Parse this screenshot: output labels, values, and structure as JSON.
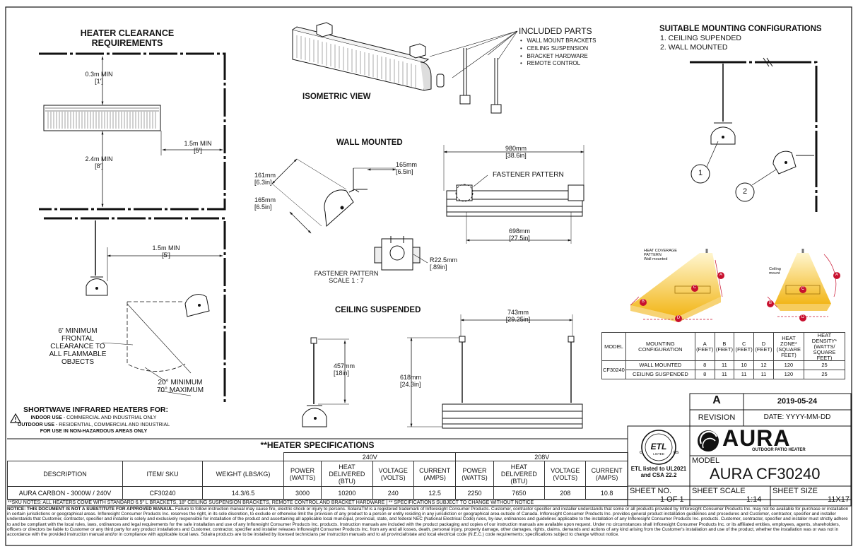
{
  "clearance": {
    "title_line1": "HEATER CLEARANCE",
    "title_line2": "REQUIREMENTS",
    "top_min": "0.3m MIN",
    "top_min_in": "[1']",
    "below_min": "2.4m MIN",
    "below_min_in": "[8']",
    "side_min": "1.5m MIN",
    "side_min_in": "[5']",
    "side_min2": "1.5m MIN",
    "side_min2_in": "[5']",
    "frontal_line1": "6' MINIMUM",
    "frontal_line2": "FRONTAL",
    "frontal_line3": "CLEARANCE TO",
    "frontal_line4": "ALL FLAMMABLE",
    "frontal_line5": "OBJECTS",
    "angle_line1": "20° MINIMUM",
    "angle_line2": "70° MAXIMUM"
  },
  "warning": {
    "title": "SHORTWAVE INFRARED HEATERS FOR:",
    "indoor_bold": "INDOOR USE",
    "indoor_rest": " - COMMERCIAL AND INDUSTRIAL ONLY",
    "outdoor_bold": "OUTDOOR USE",
    "outdoor_rest": " - RESIDENTIAL, COMMERCIAL AND INDUSTRIAL",
    "hazard": "FOR USE IN NON-HAZARDOUS AREAS ONLY"
  },
  "iso": {
    "label": "ISOMETRIC VIEW",
    "included_title": "INCLUDED PARTS",
    "parts": [
      "WALL MOUNT BRACKETS",
      "CEILING SUSPENSION",
      "BRACKET HARDWARE",
      "REMOTE CONTROL"
    ]
  },
  "wall": {
    "label": "WALL MOUNTED",
    "d161": "161mm",
    "d161in": "[6.3in]",
    "d165a": "165mm",
    "d165ain": "[6.5in]",
    "d165b": "165mm",
    "d165bin": "[6.5in]",
    "d980": "980mm",
    "d980in": "[38.6in]",
    "fastener": "FASTENER PATTERN",
    "d698": "698mm",
    "d698in": "[27.5in]",
    "r": "R22.5mm",
    "rin": "[.89in]",
    "fp_label": "FASTENER PATTERN",
    "fp_scale": "SCALE 1 : 7"
  },
  "ceiling": {
    "label": "CEILING SUSPENDED",
    "d743": "743mm",
    "d743in": "[29.25in]",
    "d457": "457mm",
    "d457in": "[18in]",
    "d618": "618mm",
    "d618in": "[24.3in]"
  },
  "mounting": {
    "title": "SUITABLE MOUNTING CONFIGURATIONS",
    "opt1": "1.  CEILING SUPENDED",
    "opt2": "2.  WALL  MOUNTED",
    "n1": "1",
    "n2": "2"
  },
  "coverage": {
    "wall_title": "HEAT COVERAGE",
    "wall_title2": "PATTERN",
    "wall_sub": "Wall mounted",
    "ceil_title": "Ceiling",
    "ceil_sub": "mount",
    "A": "A",
    "B": "B",
    "C": "C",
    "D": "D",
    "colors": {
      "heat": "#f2b619",
      "heat_light": "#fde6a0",
      "marker": "#c8102e"
    }
  },
  "heat_table": {
    "headers": [
      "MODEL",
      "MOUNTING CONFIGURATION",
      "A (FEET)",
      "B (FEET)",
      "C (FEET)",
      "D (FEET)",
      "HEAT ZONE* (SQUARE FEET)",
      "HEAT DENSITY* (WATTS/ SQUARE FEET)"
    ],
    "model": "CF30240",
    "rows": [
      [
        "WALL MOUNTED",
        "8",
        "11",
        "10",
        "12",
        "120",
        "25"
      ],
      [
        "CEILING SUSPENDED",
        "8",
        "11",
        "11",
        "11",
        "120",
        "25"
      ]
    ]
  },
  "titleblock": {
    "revision": "A",
    "revision_label": "REVISION",
    "date": "2019-05-24",
    "date_label": "DATE: YYYY-MM-DD",
    "etl_text": "ETL listed to UL2021 and CSA 22.2",
    "etl_logo": "ETL",
    "etl_c": "c",
    "etl_us": "us",
    "etl_sub": "LISTED",
    "brand": "AURA",
    "brand_sub": "OUTDOOR PATIO HEATER",
    "model_label": "MODEL",
    "model": "AURA CF30240",
    "sheet_no_label": "SHEET NO.",
    "sheet_no": "1 OF 1",
    "scale_label": "SHEET SCALE",
    "scale": "1:14",
    "size_label": "SHEET SIZE",
    "size": "11X17"
  },
  "specs": {
    "title": "**HEATER SPECIFICATIONS",
    "v240": "240V",
    "v208": "208V",
    "headers": [
      "DESCRIPTION",
      "ITEM/ SKU",
      "WEIGHT (LBS/KG)",
      "POWER (WATTS)",
      "HEAT DELIVERED (BTU)",
      "VOLTAGE (VOLTS)",
      "CURRENT (AMPS)",
      "POWER (WATTS)",
      "HEAT DELIVERED (BTU)",
      "VOLTAGE (VOLTS)",
      "CURRENT (AMPS)"
    ],
    "row": [
      "AURA CARBON - 3000W / 240V",
      "CF30240",
      "14.3/6.5",
      "3000",
      "10200",
      "240",
      "12.5",
      "2250",
      "7650",
      "208",
      "10.8"
    ]
  },
  "notes": {
    "sku": "**SKU NOTES:  ALL HEATERS COME WITH STANDARD 6.5\" L BRACKETS, 18\" CEILING SUSPENSION BRACKETS, REMOTE CONTROL AND BRACKET HARDWARE | ** SPECIFICATIONS SUBJECT TO CHANGE WITHOUT NOTICE",
    "notice_bold": "NOTICE: THIS DOCUMENT IS NOT A SUBSTITUTE FOR APPROVED MANAUL.",
    "notice_rest": " Failure to follow instruction manual may cause fire, electric shock or injury to persons. SolairaTM is a registered trademark of Infloresight Consumer Products. Customer, contractor specifier and installer understands that some or all products provided by Infloresight Consumer Products Inc. may not be available for purchase or installation in certain jurisdictions or geographical areas. Infloresight Consumer Products Inc. reserves the right, in its sole discretion, to exclude or otherwise limit the provision of any product to a person or entity residing in any jurisdiction or geographical area outside of Canada. Infloresight Consumer Products Inc. provides general product installation guidelines and procedures and Customer, contractor, specifier and installer understands that Customer, contractor, specifier and installer is solely and exclusively responsible for installation of the product and ascertaining all applicable local municipal, provincial, state, and federal NEC (National Electrical Code) rules, by-law, ordinances and guidelines applicable to the installation of any Infloresight Consumer Products Inc. products. Customer, contractor, specifier and installer must strictly adhere to and be compliant with the local rules, laws, ordinances and legal requirements for the safe installation and use of any Infloresight Consumer Products Inc. products. Instruction manuals are included with the product packaging and copies of our instruction manuals are available upon request. Under no circumstances shall Infloresight Consumer Products Inc. or its affiliated entities, employees, agents, shareholders, officers or directors be liable to Customer or any third party for any product installations and Customer, contractor, specifier and installer releases Infloresight Consumer Products Inc. from any and all losses, death, personal injury, property damage, other damages, rights, claims, demands and actions of any kind arising from the Customer's installation and use of the product, whether the installation was or was not in accordance with the provided instruction manual and/or in compliance with applicable local laws. Solaira products are to be installed by licensed technicians per instruction manuals and to all provincial/state and local electrical code (N.E.C.) code requirements; specifications subject to change without notice."
  }
}
